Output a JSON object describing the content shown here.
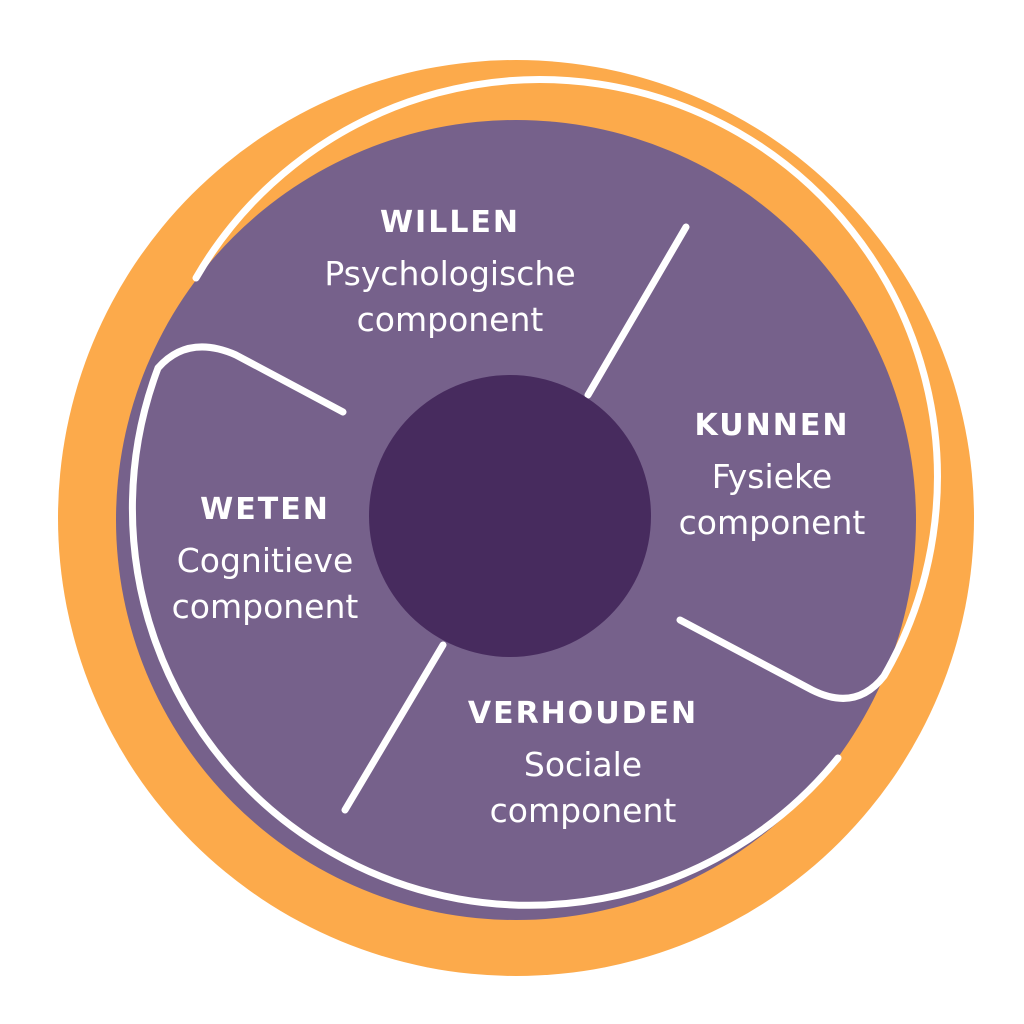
{
  "colors": {
    "orange": "#fcaa4b",
    "purple": "#76618b",
    "dark_purple": "#472b5e",
    "line": "#ffffff"
  },
  "segments": [
    {
      "title": "WILLEN",
      "line1": "Psychologische",
      "line2": "component"
    },
    {
      "title": "KUNNEN",
      "line1": "Fysieke",
      "line2": "component"
    },
    {
      "title": "WETEN",
      "line1": "Cognitieve",
      "line2": "component"
    },
    {
      "title": "VERHOUDEN",
      "line1": "Sociale",
      "line2": "component"
    }
  ]
}
